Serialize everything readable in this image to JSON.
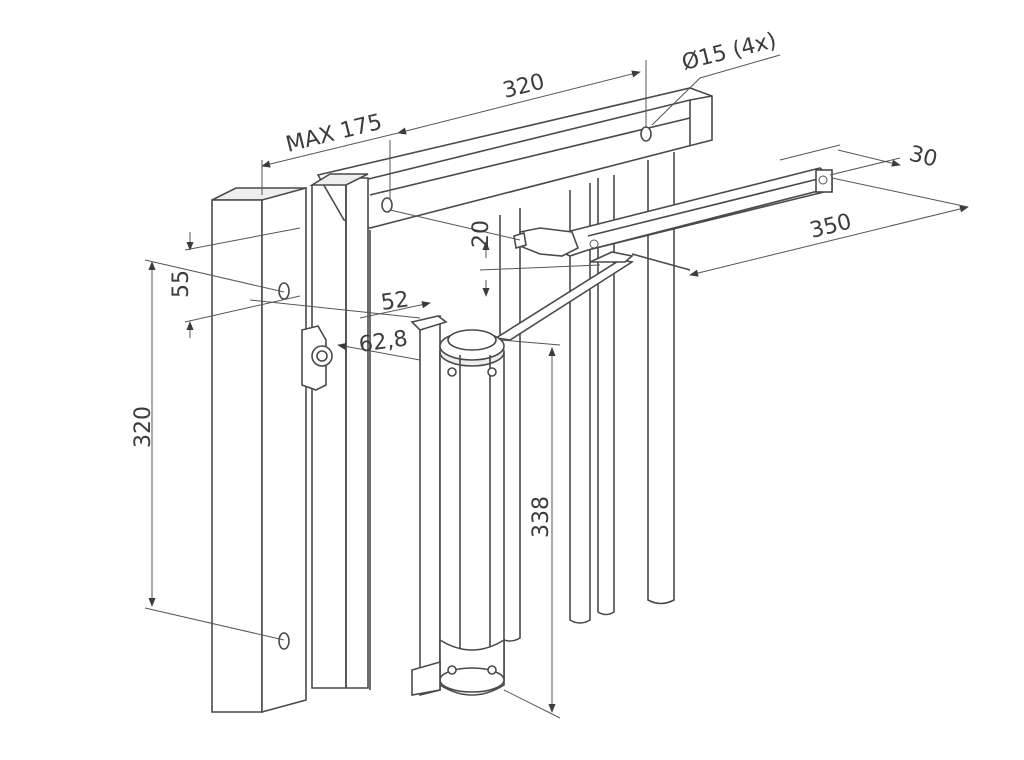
{
  "dimensions": {
    "top_length": "320",
    "max_offset": "MAX 175",
    "hole_diameter": "Ø15 (4x)",
    "arm_width": "30",
    "arm_length": "350",
    "bracket_height": "20",
    "hole_spacing_top": "55",
    "offset_52": "52",
    "offset_62_8": "62,8",
    "post_length": "320",
    "closer_length": "338"
  }
}
